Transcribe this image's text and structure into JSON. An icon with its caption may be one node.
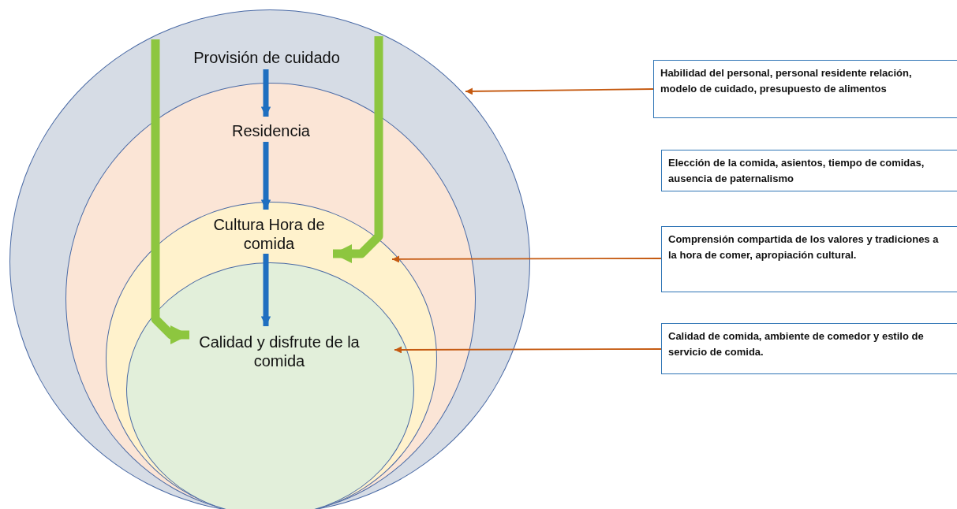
{
  "diagram": {
    "nodes": [
      {
        "text": [],
        "shape": "circle"
      },
      {
        "text": [],
        "shape": "circle",
        "in": 0
      },
      {
        "text": [],
        "shape": "circle",
        "in": 1
      },
      {
        "text": [],
        "shape": "circle",
        "in": 2
      },
      {
        "text": [
          "Provisión de cuidado"
        ],
        "in": 0
      },
      {
        "text": [
          "Residencia"
        ],
        "in": 1
      },
      {
        "text": [
          "Cultura Hora de comida"
        ],
        "in": 2
      },
      {
        "text": [
          "Calidad y disfrute de la comida"
        ],
        "in": 3
      },
      {
        "text": [
          "Habilidad del personal, personal residente relación, modelo de cuidado, presupuesto de alimentos"
        ]
      },
      {
        "text": [
          "Elección de la comida, asientos, tiempo de comidas, ausencia de paternalismo"
        ]
      },
      {
        "text": [
          "Comprensión compartida de los valores y tradiciones a la hora de comer, apropiación cultural."
        ]
      },
      {
        "text": [
          "Calidad de comida, ambiente de comedor y estilo de servicio de comida."
        ]
      }
    ],
    "edges": [
      {
        "from": 4,
        "to": 5,
        "arrow": "to"
      },
      {
        "from": 5,
        "to": 6,
        "arrow": "to"
      },
      {
        "from": 6,
        "to": 7,
        "arrow": "to"
      },
      {
        "from": 0,
        "to": 7,
        "arrow": "to",
        "color": "#8dc63f"
      },
      {
        "from": 0,
        "to": 6,
        "arrow": "to",
        "color": "#8dc63f"
      },
      {
        "from": 8,
        "to": 0,
        "arrow": "to",
        "color": "#c55a11"
      },
      {
        "from": 10,
        "to": 2,
        "arrow": "to",
        "color": "#c55a11"
      },
      {
        "from": 11,
        "to": 3,
        "arrow": "to",
        "color": "#c55a11"
      }
    ]
  }
}
